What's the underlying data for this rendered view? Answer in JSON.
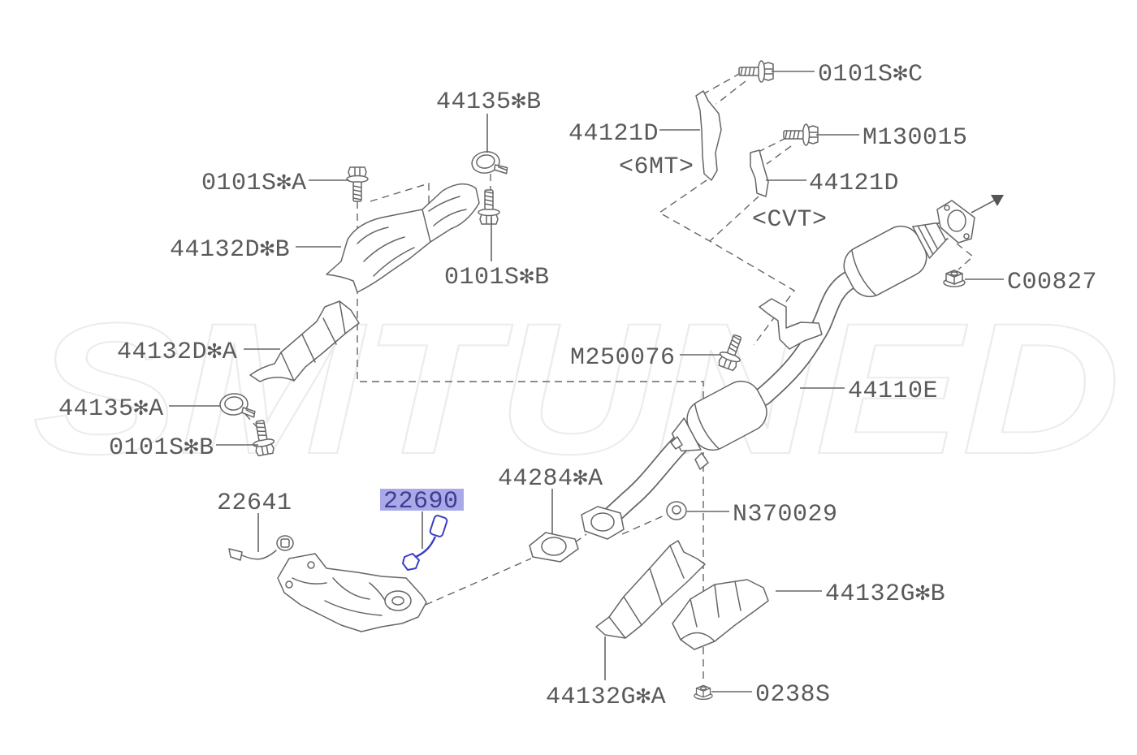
{
  "watermark": "SMTUNED",
  "colors": {
    "line": "#666666",
    "text": "#5a5a5a",
    "highlight_fill": "#a9a9ea",
    "highlight_part": "#3a3fc2",
    "highlight_text": "#3d3d8f"
  },
  "labels": {
    "bolt_0101s_c": "0101S✻C",
    "clamp_44135_b": "44135✻B",
    "bracket_44121d_6mt": "44121D",
    "variant_6mt": "<6MT>",
    "bolt_m130015": "M130015",
    "bolt_0101s_a": "0101S✻A",
    "bracket_44121d_cvt": "44121D",
    "variant_cvt": "<CVT>",
    "heat_shield_44132d_b": "44132D✻B",
    "bolt_0101s_b_upper": "0101S✻B",
    "nut_c00827": "C00827",
    "heat_shield_44132d_a": "44132D✻A",
    "bolt_m250076": "M250076",
    "exhaust_pipe_44110e": "44110E",
    "clamp_44135_a": "44135✻A",
    "bolt_0101s_b_lower": "0101S✻B",
    "gasket_44284_a": "44284✻A",
    "sensor_22641": "22641",
    "sensor_22690": "22690",
    "gasket_n370029": "N370029",
    "heat_shield_44132g_b": "44132G✻B",
    "heat_shield_44132g_a": "44132G✻A",
    "nut_0238s": "0238S"
  }
}
